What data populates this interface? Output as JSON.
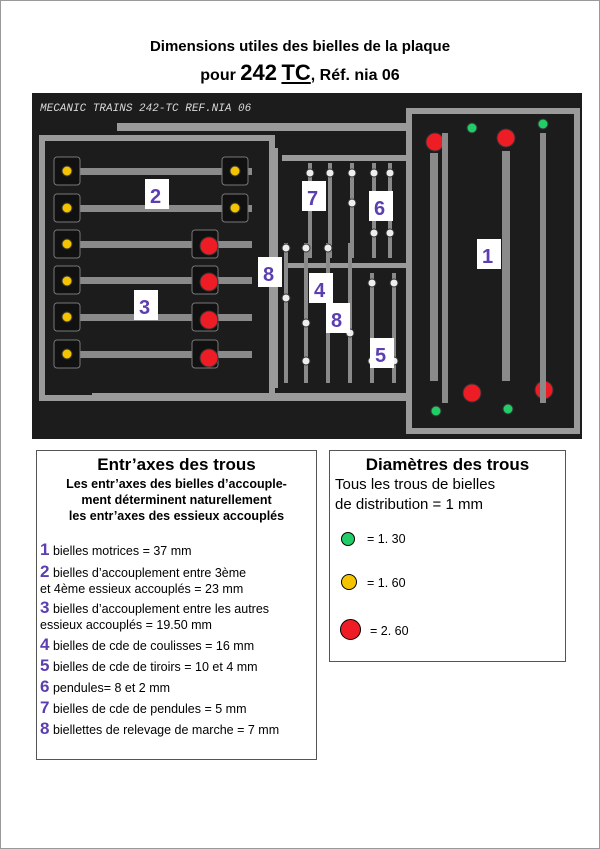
{
  "title": {
    "line1": "Dimensions utiles des bielles de la plaque",
    "prefix": "pour",
    "model": "242",
    "model_suffix": "TC",
    "ref": ", Réf. nia 06"
  },
  "fret": {
    "engraving": "MECANIC TRAINS 242-TC REF.NIA 06",
    "labels": [
      "1",
      "2",
      "3",
      "4",
      "5",
      "6",
      "7",
      "8",
      "8"
    ]
  },
  "entraxes": {
    "heading": "Entr’axes des trous",
    "intro": "Les entr’axes des bielles d’accouple-\nment déterminent naturellement\nles entr’axes des essieux accouplés",
    "items": [
      {
        "num": "1",
        "text": "bielles motrices = 37 mm"
      },
      {
        "num": "2",
        "text": "bielles d’accouplement entre 3ème\n  et 4ème essieux accouplés =  23 mm"
      },
      {
        "num": "3",
        "text": "bielles d’accouplement entre les autres\nessieux accouplés =  19.50 mm"
      },
      {
        "num": "4",
        "text": "bielles de cde de coulisses = 16 mm"
      },
      {
        "num": "5",
        "text": "bielles de cde de tiroirs = 10 et 4 mm"
      },
      {
        "num": "6",
        "text": "pendules= 8 et  2 mm"
      },
      {
        "num": "7",
        "text": "bielles de cde de pendules = 5 mm"
      },
      {
        "num": "8",
        "text": "biellettes de relevage de marche = 7 mm"
      }
    ]
  },
  "diametres": {
    "heading": "Diamètres des trous",
    "subtitle": "Tous les trous de bielles\nde distribution = 1 mm",
    "legend": [
      {
        "label": "= 1. 30",
        "color": "#22cc66"
      },
      {
        "label": "= 1. 60",
        "color": "#f5c400"
      },
      {
        "label": "= 2. 60",
        "color": "#ee1c24"
      }
    ]
  },
  "colors": {
    "plate": "#8a8a8a",
    "dark": "#1a1a1a",
    "label_text": "#5b3fb0"
  }
}
